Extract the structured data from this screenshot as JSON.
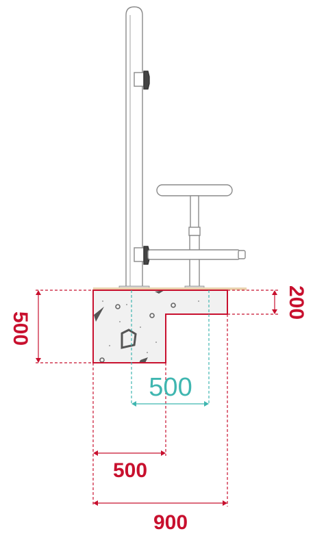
{
  "colors": {
    "foundation_outline": "#c8102e",
    "dimension_red": "#c8102e",
    "dimension_teal": "#3fb6b0",
    "equipment_line": "#8a8a8a",
    "ground_strip": "#e9d2ae",
    "bolt_icon": "#666666"
  },
  "dimensions": {
    "height_left": "500",
    "height_right_step": "200",
    "teal_width": "500",
    "width_inner": "500",
    "width_total": "900"
  }
}
